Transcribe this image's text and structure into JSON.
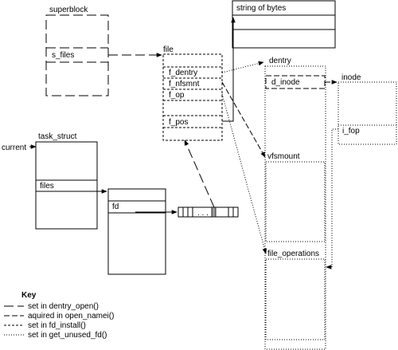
{
  "labels": {
    "string_of_bytes": "string of bytes",
    "superblock": "superblock",
    "s_files": "s_files",
    "file": "file",
    "f_dentry": "f_dentry",
    "f_nfsmnt": "f_nfsmnt",
    "f_op": "f_op",
    "f_pos": "f_pos",
    "dentry": "dentry",
    "d_inode": "d_inode",
    "inode": "inode",
    "i_fop": "i_fop",
    "vfsmount": "vfsmount",
    "file_operations": "file_operations",
    "current": "current",
    "task_struct": "task_struct",
    "files": "files",
    "fd": "fd",
    "fd_ellipsis": ". . ."
  },
  "key": {
    "title": "Key",
    "items": [
      {
        "style": "long-dash",
        "text": "set in dentry_open()"
      },
      {
        "style": "med-dash",
        "text": "aquired in open_namei()"
      },
      {
        "style": "short-dash",
        "text": "set in fd_install()"
      },
      {
        "style": "dotted",
        "text": "set in get_unused_fd()"
      }
    ]
  }
}
